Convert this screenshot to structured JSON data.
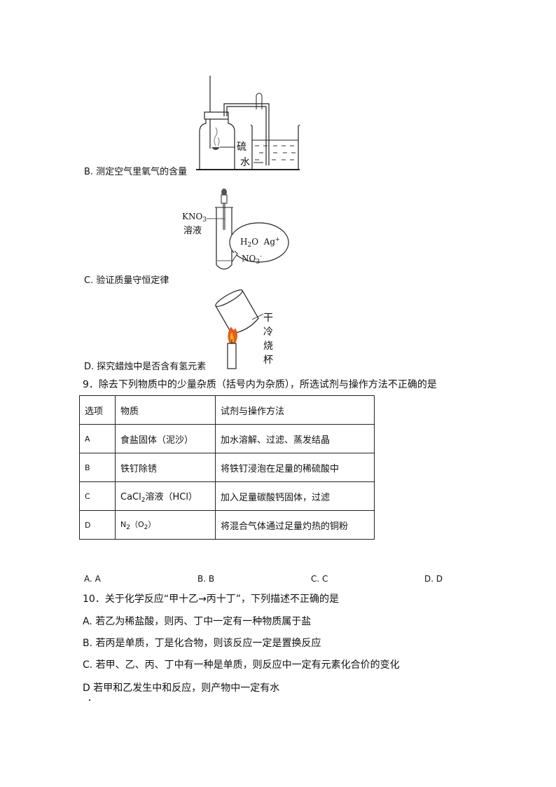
{
  "options_prev": {
    "B": "B. 测定空气里氧气的含量",
    "C": "C. 验证质量守恒定律",
    "D": "D. 探究蜡烛中是否含有氢元素"
  },
  "figures": {
    "fig_b": {
      "label_sulfur": "硫",
      "label_water": "水"
    },
    "fig_c": {
      "label_kno3": "KNO3",
      "label_solution": "溶液",
      "bubble_line1": "H2O  Ag+",
      "bubble_line2": "NO3-"
    },
    "fig_d": {
      "label_chars": [
        "干",
        "冷",
        "烧",
        "杯"
      ]
    }
  },
  "q9": {
    "stem": "9．除去下列物质中的少量杂质（括号内为杂质），所选试剂与操作方法不正确的是",
    "headers": [
      "选项",
      "物质",
      "试剂与操作方法"
    ],
    "rows": [
      {
        "opt": "A",
        "substance": "食盐固体（泥沙）",
        "method": "加水溶解、过滤、蒸发结晶"
      },
      {
        "opt": "B",
        "substance": "铁钉除锈",
        "method": "将铁钉浸泡在足量的稀硫酸中"
      },
      {
        "opt": "C",
        "substance_main": "CaCl",
        "substance_sub": "2",
        "substance_rest": "溶液（HCl）",
        "method": "加入足量碳酸钙固体，过滤"
      },
      {
        "opt": "D",
        "substance_main": "N",
        "substance_sub": "2",
        "substance_mid": "（O",
        "substance_sub2": "2",
        "substance_rest": "）",
        "method": "将混合气体通过足量灼热的铜粉"
      }
    ],
    "answers": [
      "A. A",
      "B. B",
      "C. C",
      "D. D"
    ]
  },
  "q10": {
    "stem": "10．关于化学反应“甲十乙→丙十丁”，下列描述不正确的是",
    "options": [
      "A. 若乙为稀盐酸，则丙、丁中一定有一种物质属于盐",
      "B. 若丙是单质，丁是化合物，则该反应一定是置换反应",
      "C. 若甲、乙、丙、丁中有一种是单质，则反应中一定有元素化合价的变化",
      "D  若甲和乙发生中和反应，则产物中一定有水"
    ]
  }
}
